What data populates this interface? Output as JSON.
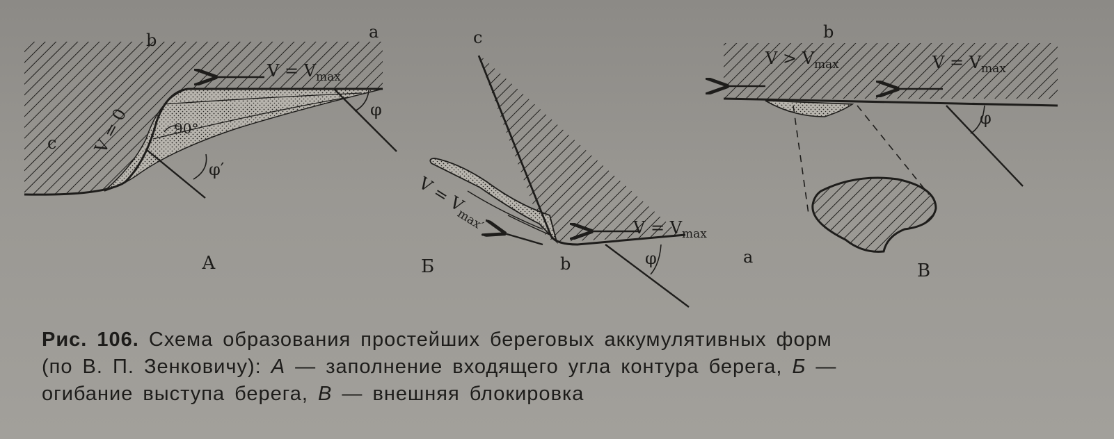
{
  "diagram_A": {
    "label": "А",
    "points": {
      "b": "b",
      "a": "a",
      "c": "c"
    },
    "v_zero": "V = 0",
    "v_max_main": "V = V",
    "v_max_sub": "max",
    "angle_90": "90°",
    "phi": "φ",
    "phi_prime": "φ′"
  },
  "diagram_B": {
    "label": "Б",
    "points": {
      "c": "c",
      "b": "b",
      "a": "a"
    },
    "v_max_left_main": "V = V",
    "v_max_left_sub": "max′",
    "v_max_right_main": "V = V",
    "v_max_right_sub": "max",
    "phi": "φ"
  },
  "diagram_V": {
    "label": "В",
    "points": {
      "b": "b"
    },
    "v_gt_main": "V > V",
    "v_gt_sub": "max",
    "v_eq_main": "V = V",
    "v_eq_sub": "max′",
    "phi": "φ"
  },
  "caption": {
    "fig_label": "Рис. 106.",
    "line1_rest": " Схема образования простейших береговых аккумулятивных форм",
    "line2_a": "(по В. П. Зенковичу): ",
    "line2_A": "А",
    "line2_b": " — заполнение входящего угла контура берега, ",
    "line2_B": "Б",
    "line2_c": " —",
    "line3_a": "огибание выступа берега, ",
    "line3_V": "В",
    "line3_b": " — внешняя блокировка"
  }
}
